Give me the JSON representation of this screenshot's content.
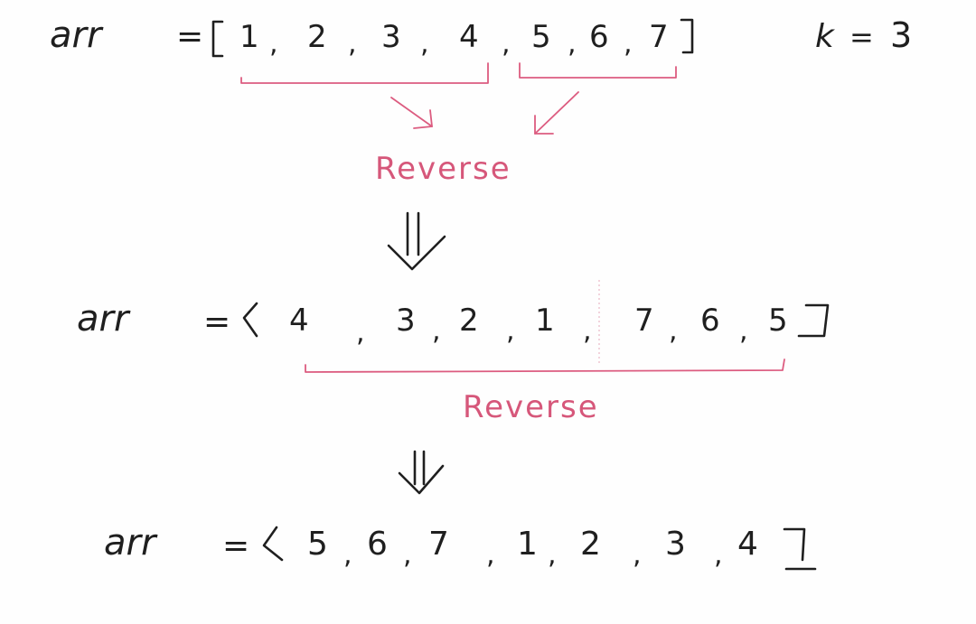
{
  "lines": {
    "original": {
      "label": "arr",
      "equals": "=",
      "values": [
        "1",
        "2",
        "3",
        "4",
        "5",
        "6",
        "7"
      ]
    },
    "k": {
      "label": "k",
      "equals": "=",
      "value": "3"
    },
    "step1": {
      "annotation": "Reverse",
      "arrow_glyph": "⇓"
    },
    "after_partial": {
      "label": "arr",
      "equals": "=",
      "values": [
        "4",
        "3",
        "2",
        "1",
        "7",
        "6",
        "5"
      ]
    },
    "step2": {
      "annotation": "Reverse",
      "arrow_glyph": "⇓"
    },
    "final": {
      "label": "arr",
      "equals": "=",
      "values": [
        "5",
        "6",
        "7",
        "1",
        "2",
        "3",
        "4"
      ]
    }
  },
  "colors": {
    "ink": "#1f1f1f",
    "annotation": "#d6577a"
  }
}
